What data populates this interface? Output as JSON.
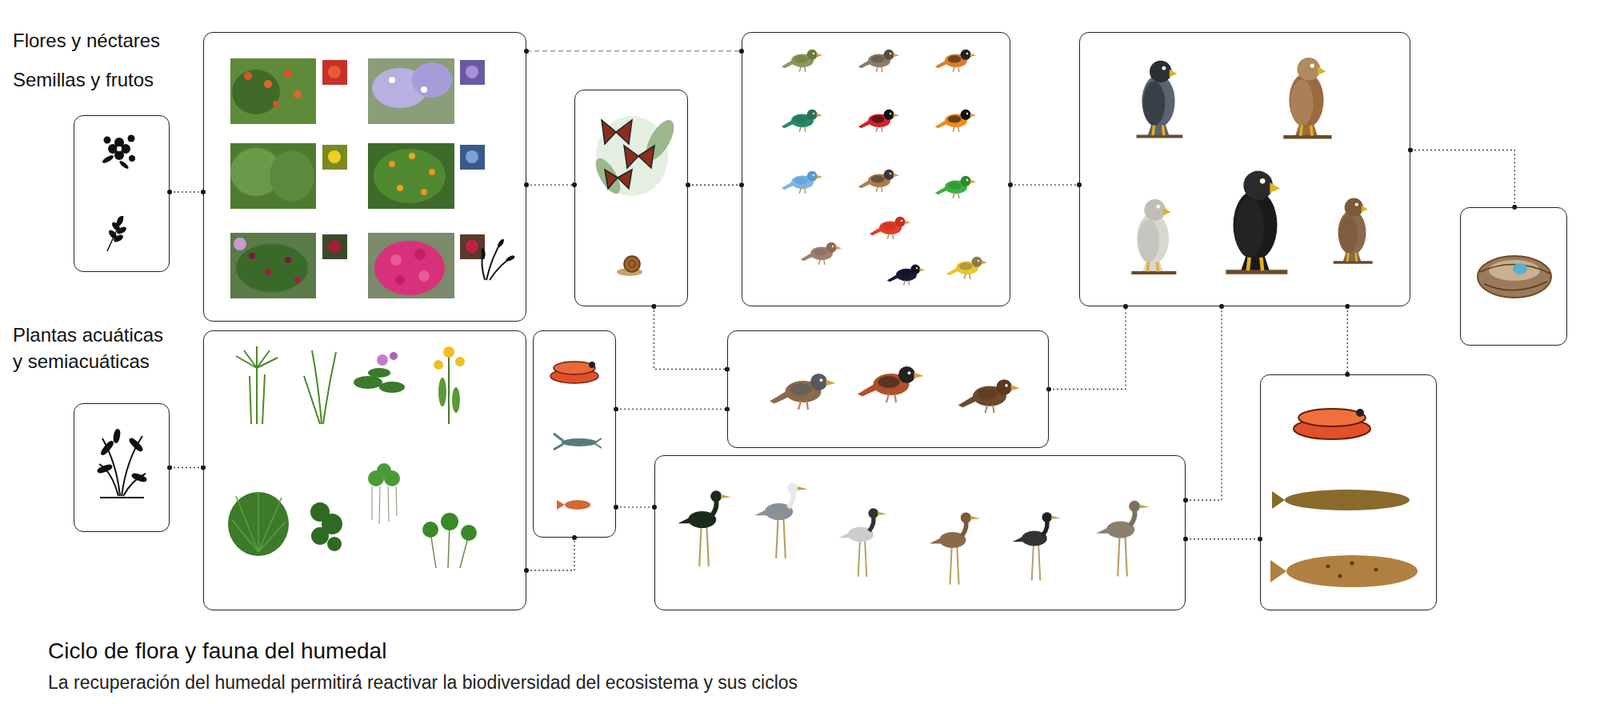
{
  "diagram": {
    "title": "Ciclo de flora y fauna del humedal",
    "caption": "La recuperación del humedal permitirá reactivar la biodiversidad del ecosistema y sus ciclos",
    "nodes": [
      {
        "text": [
          "Flores y néctares",
          "Semillas y frutos"
        ]
      },
      {
        "text": []
      },
      {
        "text": []
      },
      {
        "text": []
      },
      {
        "text": []
      },
      {
        "text": []
      },
      {
        "text": [
          "Plantas acuáticas y semiacuáticas"
        ]
      },
      {
        "text": []
      },
      {
        "text": []
      },
      {
        "text": []
      },
      {
        "text": []
      },
      {
        "text": []
      }
    ],
    "edges": [
      {
        "from": 0,
        "to": 1,
        "arrow": "none"
      },
      {
        "from": 1,
        "to": 3,
        "arrow": "none"
      },
      {
        "from": 1,
        "to": 2,
        "arrow": "none"
      },
      {
        "from": 2,
        "to": 3,
        "arrow": "none"
      },
      {
        "from": 3,
        "to": 4,
        "arrow": "none"
      },
      {
        "from": 4,
        "to": 5,
        "arrow": "none"
      },
      {
        "from": 2,
        "to": 9,
        "arrow": "none"
      },
      {
        "from": 8,
        "to": 9,
        "arrow": "none"
      },
      {
        "from": 9,
        "to": 4,
        "arrow": "none"
      },
      {
        "from": 8,
        "to": 10,
        "arrow": "none"
      },
      {
        "from": 7,
        "to": 8,
        "arrow": "none"
      },
      {
        "from": 10,
        "to": 4,
        "arrow": "none"
      },
      {
        "from": 10,
        "to": 11,
        "arrow": "none"
      },
      {
        "from": 4,
        "to": 11,
        "arrow": "none"
      },
      {
        "from": 6,
        "to": 7,
        "arrow": "none"
      }
    ]
  }
}
